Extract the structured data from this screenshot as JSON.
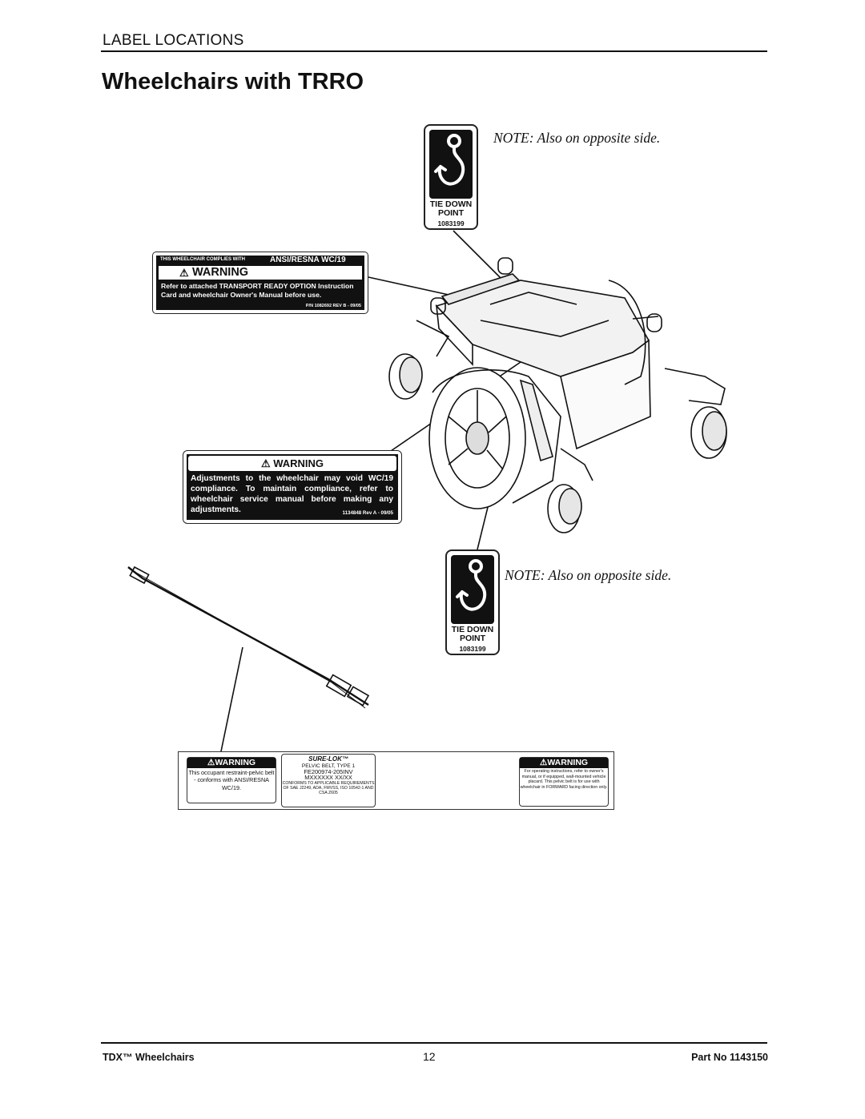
{
  "header": {
    "section_label": "LABEL LOCATIONS",
    "title": "Wheelchairs with TRRO"
  },
  "notes": [
    "NOTE: Also on opposite side.",
    "NOTE: Also on opposite side."
  ],
  "tie_down_label": {
    "line1": "TIE DOWN",
    "line2": "POINT",
    "part": "1083199"
  },
  "warning_label_1": {
    "top_left": "THIS WHEELCHAIR COMPLIES WITH",
    "top_right": "ANSI/RESNA WC/19",
    "heading": "WARNING",
    "body": "Refer to attached TRANSPORT READY OPTION Instruction Card and wheelchair Owner's Manual before use.",
    "part": "P/N 1082692 REV B - 09/05"
  },
  "warning_label_2": {
    "heading": "WARNING",
    "body": "Adjustments to the wheelchair may void WC/19 compliance. To maintain compliance, refer to wheelchair service manual before making any adjustments.",
    "part": "1134848 Rev A - 09/05"
  },
  "belt_labels": {
    "left": {
      "heading": "WARNING",
      "body": "This occupant restraint-pelvic belt - conforms with ANSI/RESNA WC/19."
    },
    "center": {
      "brand": "SURE-LOK™",
      "line1": "PELVIC BELT, TYPE 1",
      "line2": "FE200974-205INV",
      "line3": "MXXXXXX    XX/XX",
      "line4": "CONFORMS TO APPLICABLE REQUIREMENTS OF SAE J2249, ADA, FMVSS, ISO 10542-1 AND CSA Z605"
    },
    "right": {
      "heading": "WARNING",
      "body": "For operating instructions, refer to owner's manual, or if equipped, wall-mounted vehicle placard. This pelvic belt is for use with wheelchair in FORWARD facing direction only."
    }
  },
  "footer": {
    "left": "TDX™ Wheelchairs",
    "page": "12",
    "right": "Part No 1143150"
  }
}
